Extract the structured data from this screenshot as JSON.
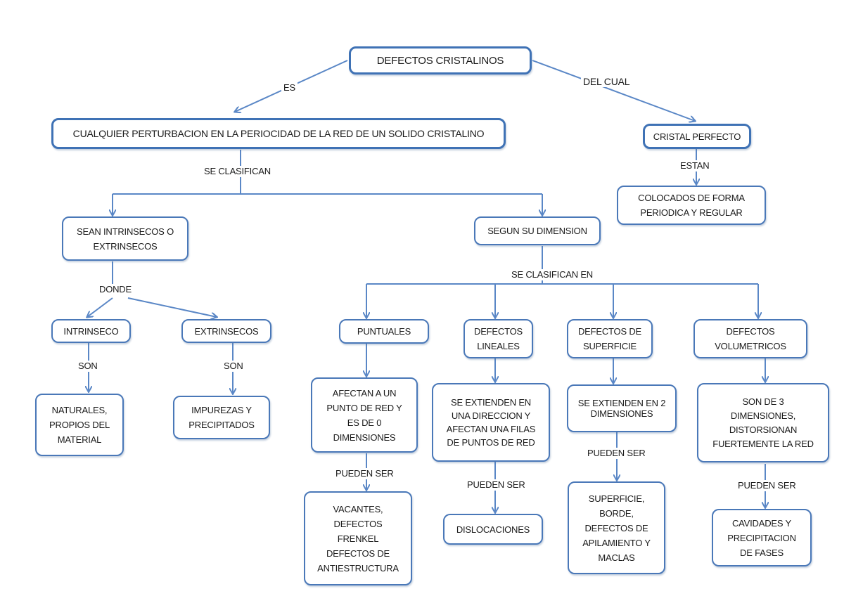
{
  "diagram": {
    "nodes": {
      "root": "DEFECTOS CRISTALINOS",
      "definition": "CUALQUIER PERTURBACION EN LA PERIOCIDAD DE LA RED DE UN SOLIDO CRISTALINO",
      "perfect": "CRISTAL PERFECTO",
      "periodic": "COLOCADOS DE FORMA\nPERIODICA Y REGULAR",
      "intrinsic_extrinsic": "SEAN INTRINSECOS  O\nEXTRINSECOS",
      "dimension": "SEGUN SU DIMENSION",
      "intrinseco": "INTRINSECO",
      "extrinsecos": "EXTRINSECOS",
      "naturales": "NATURALES,\nPROPIOS DEL\nMATERIAL",
      "impurezas": "IMPUREZAS Y\nPRECIPITADOS",
      "puntuales": "PUNTUALES",
      "lineales": "DEFECTOS\nLINEALES",
      "superficie": "DEFECTOS DE\nSUPERFICIE",
      "volumetricos": "DEFECTOS\nVOLUMETRICOS",
      "puntuales_desc": "AFECTAN A UN\nPUNTO DE RED Y\nES DE 0\nDIMENSIONES",
      "lineales_desc": "SE EXTIENDEN EN\nUNA DIRECCION Y\nAFECTAN UNA FILAS\nDE PUNTOS DE RED",
      "superficie_desc": "SE EXTIENDEN EN 2\nDIMENSIONES",
      "volumetricos_desc": "SON DE 3\nDIMENSIONES,\nDISTORSIONAN\nFUERTEMENTE LA RED",
      "vacantes": "VACANTES,\nDEFECTOS\nFRENKEL\nDEFECTOS DE\nANTIESTRUCTURA",
      "dislocaciones": "DISLOCACIONES",
      "superficie_tipos": "SUPERFICIE,\nBORDE,\nDEFECTOS DE\nAPILAMIENTO Y\nMACLAS",
      "cavidades": "CAVIDADES Y\nPRECIPITACION\nDE FASES"
    },
    "labels": {
      "es": "ES",
      "del_cual": "DEL CUAL",
      "se_clasifican": "SE CLASIFICAN",
      "estan": "ESTAN",
      "donde": "DONDE",
      "se_clasifican_en": "SE CLASIFICAN EN",
      "son_1": "SON",
      "son_2": "SON",
      "pueden_ser_1": "PUEDEN SER",
      "pueden_ser_2": "PUEDEN SER",
      "pueden_ser_3": "PUEDEN SER",
      "pueden_ser_4": "PUEDEN SER"
    }
  }
}
